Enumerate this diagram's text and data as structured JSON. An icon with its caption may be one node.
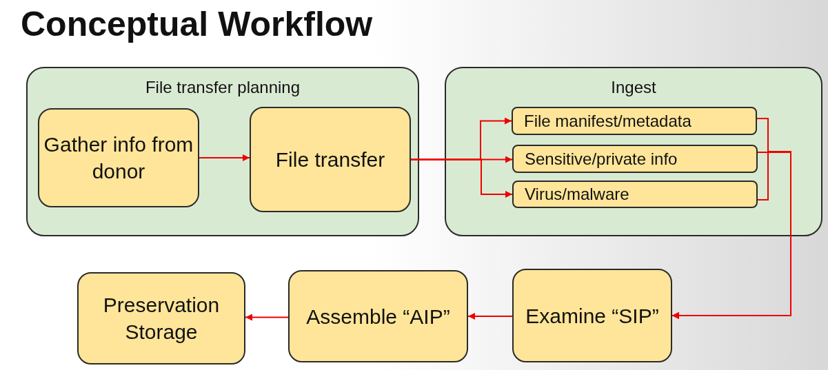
{
  "diagram": {
    "title": "Conceptual Workflow",
    "nodes": [
      {
        "text": [
          "File transfer planning"
        ]
      },
      {
        "text": [
          "Gather info from donor"
        ],
        "in": 0
      },
      {
        "text": [
          "File transfer"
        ],
        "in": 0
      },
      {
        "text": [
          "Ingest"
        ]
      },
      {
        "text": [
          "File manifest/metadata"
        ],
        "in": 3
      },
      {
        "text": [
          "Sensitive/private info"
        ],
        "in": 3
      },
      {
        "text": [
          "Virus/malware"
        ],
        "in": 3
      },
      {
        "text": [
          "Examine “SIP”"
        ]
      },
      {
        "text": [
          "Assemble “AIP”"
        ]
      },
      {
        "text": [
          "Preservation Storage"
        ]
      }
    ],
    "edges": [
      {
        "from": 1,
        "to": 2,
        "arrow": "to"
      },
      {
        "from": 2,
        "to": 4,
        "arrow": "to"
      },
      {
        "from": 2,
        "to": 5,
        "arrow": "to"
      },
      {
        "from": 2,
        "to": 6,
        "arrow": "to"
      },
      {
        "from": 4,
        "to": 7,
        "arrow": "to"
      },
      {
        "from": 5,
        "to": 7,
        "arrow": "to"
      },
      {
        "from": 6,
        "to": 7,
        "arrow": "to"
      },
      {
        "from": 7,
        "to": 8,
        "arrow": "to"
      },
      {
        "from": 8,
        "to": 9,
        "arrow": "to"
      }
    ]
  }
}
